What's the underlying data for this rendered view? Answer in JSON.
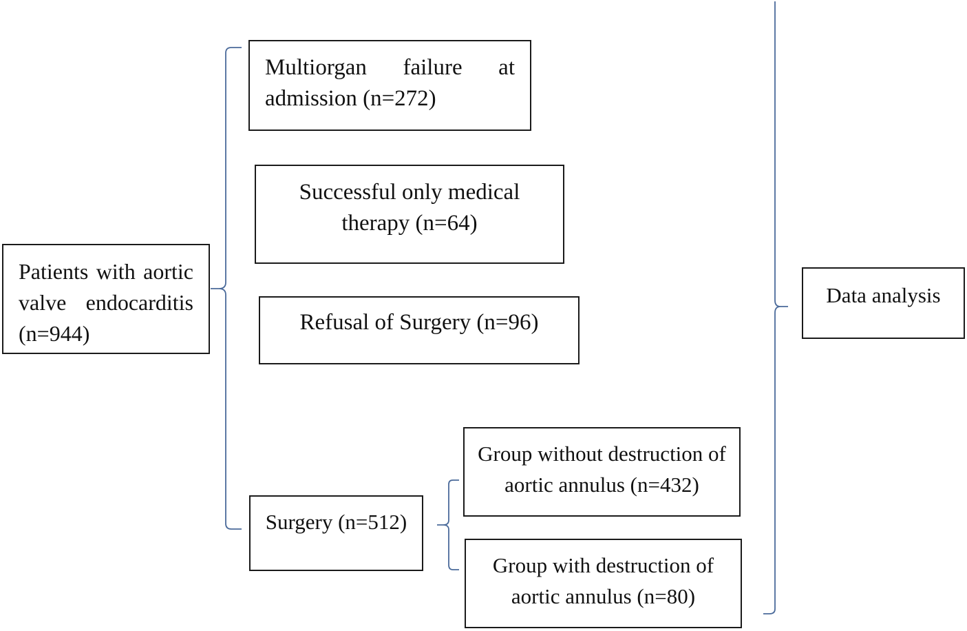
{
  "diagram": {
    "nodes": {
      "patients": {
        "label": "Patients with aortic valve endocarditis (n=944)"
      },
      "multiorgan": {
        "label": "Multiorgan failure at admission (n=272)"
      },
      "medical": {
        "label": "Successful only medical therapy (n=64)"
      },
      "refusal": {
        "label": "Refusal of Surgery (n=96)"
      },
      "surgery": {
        "label": "Surgery (n=512)"
      },
      "without_destruction": {
        "label": "Group without destruction of aortic annulus (n=432)"
      },
      "with_destruction": {
        "label": "Group with destruction of aortic annulus (n=80)"
      },
      "data_analysis": {
        "label": "Data analysis"
      }
    },
    "edges": [
      {
        "from": "patients",
        "to": "multiorgan"
      },
      {
        "from": "patients",
        "to": "medical"
      },
      {
        "from": "patients",
        "to": "refusal"
      },
      {
        "from": "patients",
        "to": "surgery"
      },
      {
        "from": "surgery",
        "to": "without_destruction"
      },
      {
        "from": "surgery",
        "to": "with_destruction"
      },
      {
        "from": "all_groups",
        "to": "data_analysis"
      }
    ],
    "connector_color": "#4a6a9a"
  }
}
